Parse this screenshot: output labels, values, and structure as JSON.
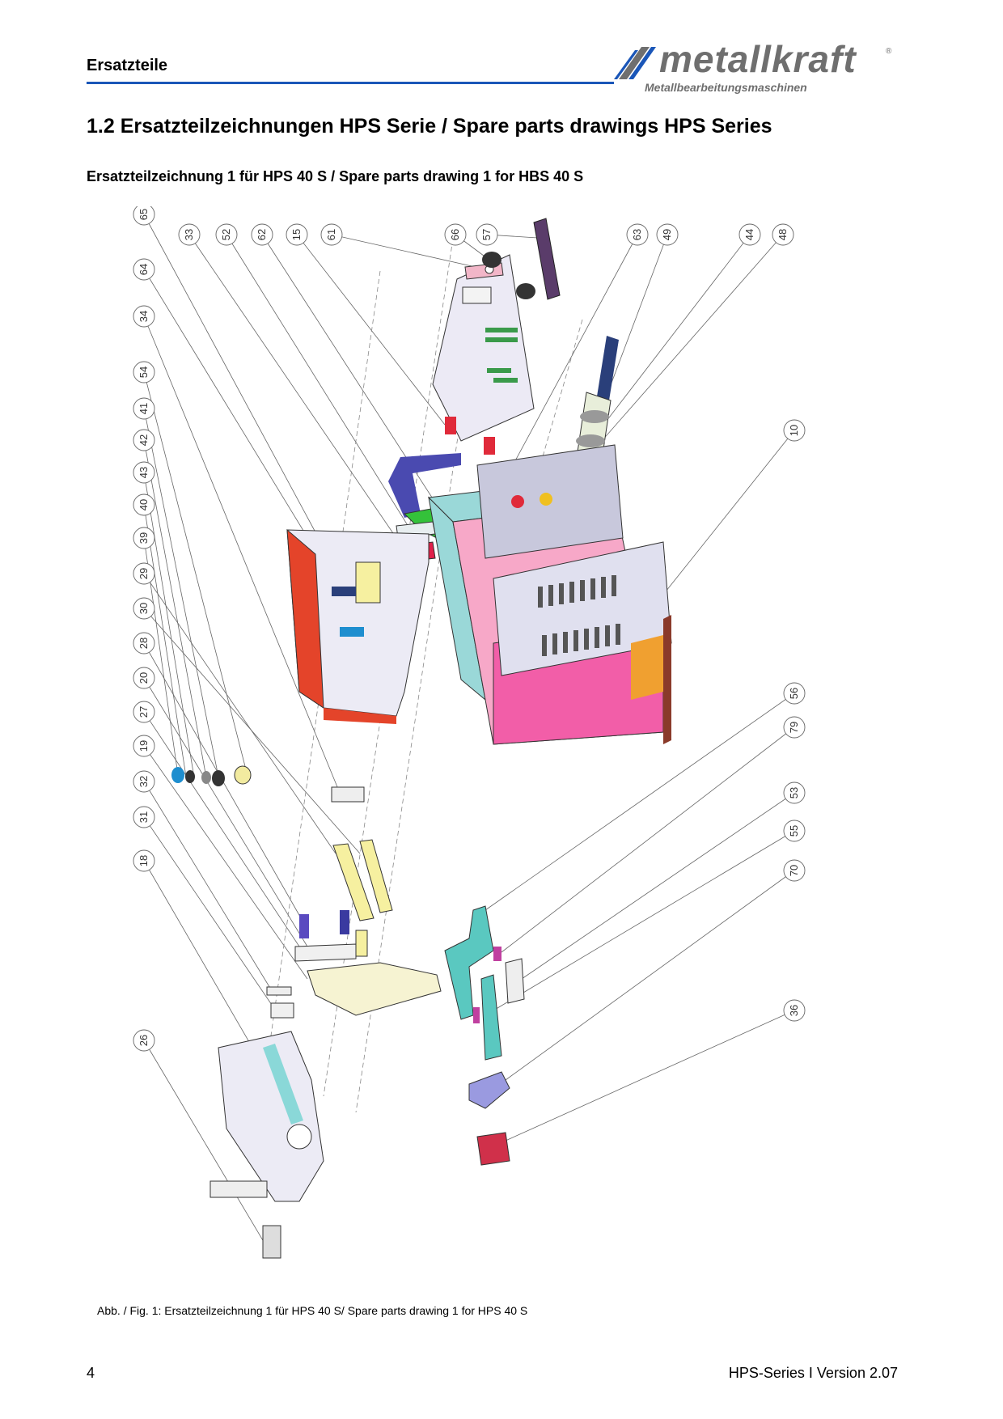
{
  "header": {
    "section": "Ersatzteile",
    "logo_text": "metallkraft",
    "logo_reg": "®",
    "logo_tagline": "Metallbearbeitungsmaschinen",
    "rule_color": "#1a56b8"
  },
  "title": "1.2 Ersatzteilzeichnungen HPS Serie / Spare parts drawings HPS Series",
  "subtitle": "Ersatzteilzeichnung 1 für HPS 40 S / Spare parts drawing 1 for HBS 40 S",
  "drawing": {
    "top_callouts": [
      "33",
      "52",
      "62",
      "15",
      "61",
      "66",
      "57",
      "63",
      "49",
      "44",
      "48"
    ],
    "left_callouts": [
      "65",
      "64",
      "34",
      "54",
      "41",
      "42",
      "43",
      "40",
      "39",
      "29",
      "30",
      "28",
      "20",
      "27",
      "19",
      "32",
      "31",
      "18",
      "26"
    ],
    "right_callouts": [
      "10",
      "56",
      "79",
      "53",
      "55",
      "70",
      "36"
    ]
  },
  "caption": "Abb. / Fig. 1: Ersatzteilzeichnung 1 für HPS 40 S/ Spare parts drawing 1 for HPS 40 S",
  "footer": {
    "page": "4",
    "version": "HPS-Series I Version 2.07"
  }
}
